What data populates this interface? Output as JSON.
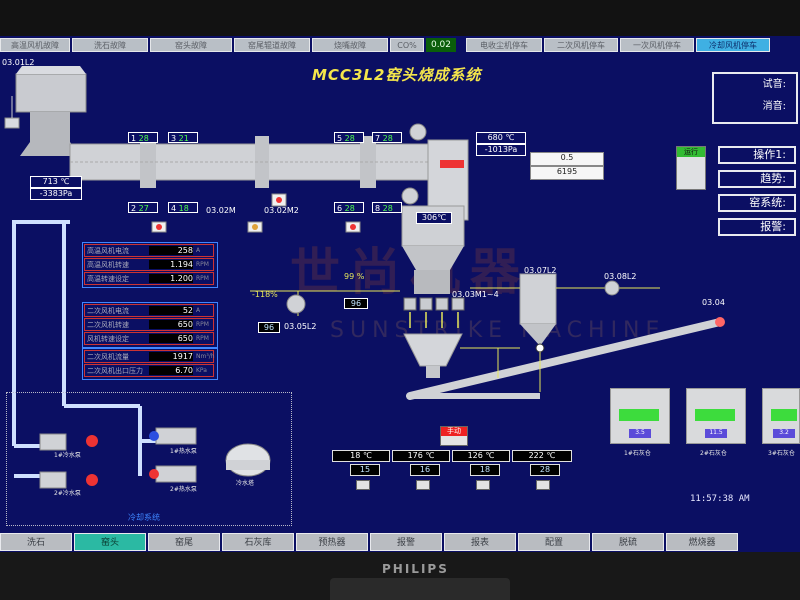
{
  "window": {
    "title": "MCC3L2窑头烧成系统",
    "brand": "PHILIPS"
  },
  "alarm_bar": [
    {
      "label": "高温风机故障",
      "active": false
    },
    {
      "label": "洗石故障",
      "active": false
    },
    {
      "label": "窑头故障",
      "active": false
    },
    {
      "label": "窑尾辊道故障",
      "active": false
    },
    {
      "label": "烧嘴故障",
      "active": false
    },
    {
      "label": "电收尘机停车",
      "active": false
    },
    {
      "label": "二次风机停车",
      "active": false
    },
    {
      "label": "一次风机停车",
      "active": false
    },
    {
      "label": "冷却风机停车",
      "active": true
    }
  ],
  "co": {
    "label": "CO%",
    "value": "0.02"
  },
  "labels": {
    "unit_01L2": "03.01L2",
    "unit_02M": "03.02M",
    "unit_02M2": "03.02M2",
    "unit_05L2": "03.05L2",
    "unit_03M1": "03.03M1~4",
    "unit_07L2": "03.07L2",
    "unit_08L2": "03.08L2",
    "unit_04": "03.04",
    "legend_cool": "冷却系统"
  },
  "kiln_temps": {
    "left_temp": "713 ℃",
    "left_pressure": "-3383Pa",
    "head_temp": "680 ℃",
    "head_pressure": "-1013Pa",
    "hood_temp": "306℃",
    "ratio": "0.5",
    "ratio2": "6195"
  },
  "tags_top": [
    {
      "n": "1",
      "v": "28"
    },
    {
      "n": "3",
      "v": "21"
    },
    {
      "n": "5",
      "v": "28"
    },
    {
      "n": "7",
      "v": "28"
    }
  ],
  "tags_bottom": [
    {
      "n": "2",
      "v": "27"
    },
    {
      "n": "4",
      "v": "18"
    },
    {
      "n": "6",
      "v": "28"
    },
    {
      "n": "8",
      "v": "28"
    }
  ],
  "valves": {
    "left_pct": "-118%",
    "center_pct": "99 %",
    "center_val": "96",
    "left_val": "96"
  },
  "params": [
    {
      "name": "高温风机电流",
      "value": "258",
      "unit": "A"
    },
    {
      "name": "高温风机转速",
      "value": "1.194",
      "unit": "RPM"
    },
    {
      "name": "高温转速设定",
      "value": "1.200",
      "unit": "RPM"
    },
    {
      "name": "二次风机电流",
      "value": "52",
      "unit": "A"
    },
    {
      "name": "二次风机转速",
      "value": "650",
      "unit": "RPM"
    },
    {
      "name": "风机转速设定",
      "value": "650",
      "unit": "RPM"
    },
    {
      "name": "二次风机流量",
      "value": "1917",
      "unit": "Nm³/h"
    },
    {
      "name": "二次风机出口压力",
      "value": "6.70",
      "unit": "KPa"
    }
  ],
  "pumps": [
    {
      "label": "1#冷水泵"
    },
    {
      "label": "2#冷水泵"
    },
    {
      "label": "1#热水泵"
    },
    {
      "label": "2#热水泵"
    },
    {
      "label": "冷水塔"
    }
  ],
  "manual_label": "手动",
  "temp_grid": {
    "temps": [
      "18 ℃",
      "176 ℃",
      "126 ℃",
      "222 ℃"
    ],
    "values": [
      "15",
      "16",
      "18",
      "28"
    ]
  },
  "silos": [
    {
      "num": "3.5",
      "label": "1#石灰仓"
    },
    {
      "num": "11.5",
      "label": "2#石灰仓"
    },
    {
      "num": "3.2",
      "label": "3#石灰仓"
    }
  ],
  "right_panel": {
    "trial": "试音:",
    "clear": "消音:",
    "status": "运行",
    "buttons": [
      "操作1:",
      "趋势:",
      "窑系统:",
      "报警:"
    ]
  },
  "clock": "11:57:38 AM",
  "nav": [
    {
      "label": "洗石",
      "active": false
    },
    {
      "label": "窑头",
      "active": true
    },
    {
      "label": "窑尾",
      "active": false
    },
    {
      "label": "石灰库",
      "active": false
    },
    {
      "label": "预热器",
      "active": false
    },
    {
      "label": "报警",
      "active": false
    },
    {
      "label": "报表",
      "active": false
    },
    {
      "label": "配置",
      "active": false
    },
    {
      "label": "脱硫",
      "active": false
    },
    {
      "label": "燃烧器",
      "active": false
    }
  ],
  "watermark": {
    "cn": "世尚机器",
    "en": "SUNSTRIKE MACHINE"
  }
}
